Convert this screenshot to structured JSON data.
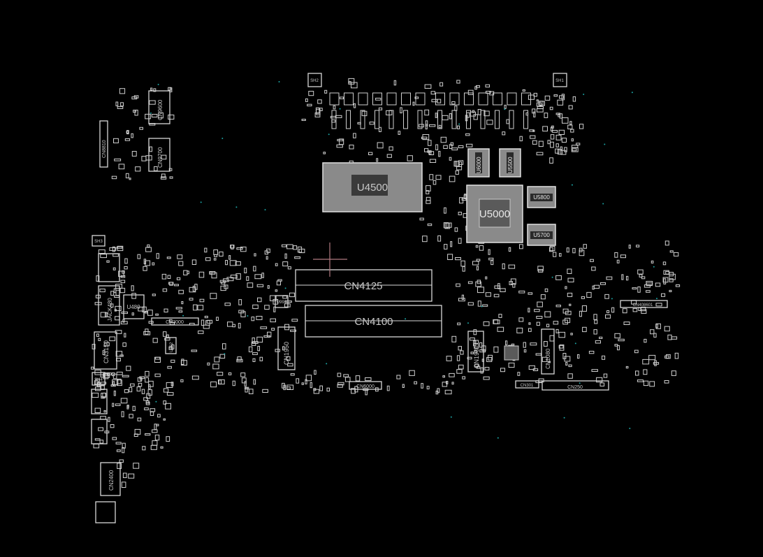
{
  "board": {
    "labels": {
      "u4500": "U4500",
      "u5000": "U5000",
      "u6000": "U6000",
      "u5500": "U5500",
      "u5800": "U5800",
      "u5700": "U5700",
      "cn4125": "CN4125",
      "cn4100": "CN4100",
      "cn9600": "CN9600",
      "cn9700": "CN9700",
      "cn8810": "CN8810",
      "jack480": "JACK480",
      "u480": "U480",
      "cn3000": "CN3000",
      "cn3150": "CN3150",
      "cn1950": "CN1950",
      "cn1901": "CN1901",
      "cn1080": "CN1080",
      "cn301": "CN301",
      "cn250": "CN250",
      "cn6000": "CN6000",
      "cn2400": "CN2400",
      "cn408601": "CN408601",
      "sh1": "SH1",
      "sh2": "SH2",
      "sh3": "SH3",
      "sh4": "SH4",
      "u990": "U990",
      "u862": "U862"
    },
    "colors": {
      "background": "#000000",
      "outline": "#d8d8d8",
      "via": "#1aa3a3",
      "cursor": "#b07a80"
    }
  }
}
